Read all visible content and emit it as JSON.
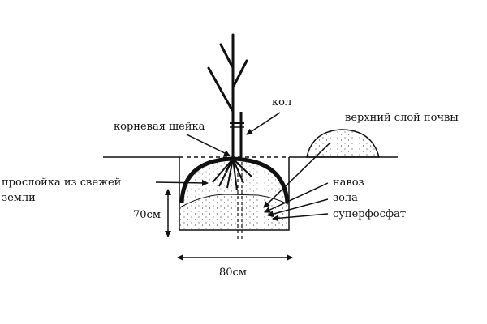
{
  "labels": {
    "stake": "кол",
    "root_collar": "корневая шейка",
    "topsoil": "верхний слой почвы",
    "fresh_soil_line1": "прослойка из свежей",
    "fresh_soil_line2": "земли",
    "manure": "навоз",
    "ash": "зола",
    "superphosphate": "суперфосфат",
    "depth": "70см",
    "width": "80см"
  },
  "colors": {
    "ink": "#111111",
    "background": "#ffffff"
  }
}
